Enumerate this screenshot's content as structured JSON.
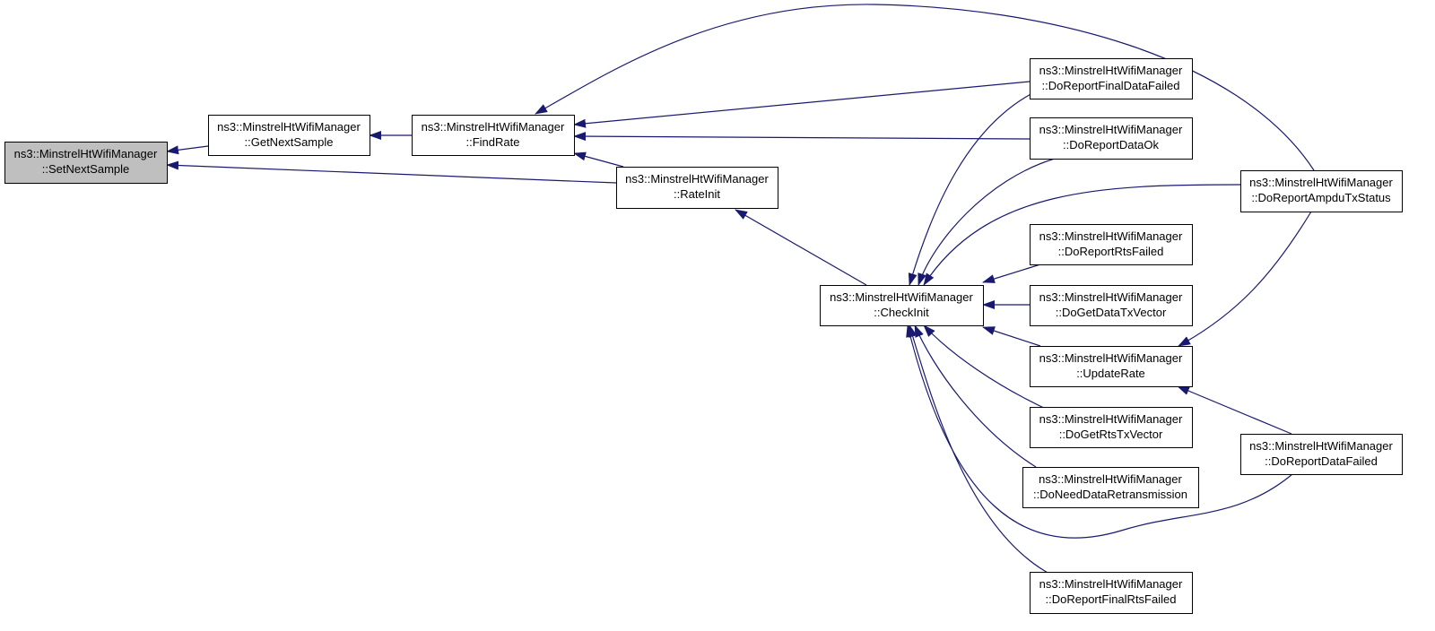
{
  "colors": {
    "edge": "#191970",
    "node_border": "#000000",
    "node_fill": "#ffffff",
    "focus_fill": "#bfbfbf",
    "text": "#000000"
  },
  "nodes": [
    {
      "id": "SetNextSample",
      "line1": "ns3::MinstrelHtWifiManager",
      "line2": "::SetNextSample",
      "focus": true
    },
    {
      "id": "GetNextSample",
      "line1": "ns3::MinstrelHtWifiManager",
      "line2": "::GetNextSample"
    },
    {
      "id": "FindRate",
      "line1": "ns3::MinstrelHtWifiManager",
      "line2": "::FindRate"
    },
    {
      "id": "RateInit",
      "line1": "ns3::MinstrelHtWifiManager",
      "line2": "::RateInit"
    },
    {
      "id": "CheckInit",
      "line1": "ns3::MinstrelHtWifiManager",
      "line2": "::CheckInit"
    },
    {
      "id": "DoReportFinalDataFailed",
      "line1": "ns3::MinstrelHtWifiManager",
      "line2": "::DoReportFinalDataFailed"
    },
    {
      "id": "DoReportDataOk",
      "line1": "ns3::MinstrelHtWifiManager",
      "line2": "::DoReportDataOk"
    },
    {
      "id": "DoReportRtsFailed",
      "line1": "ns3::MinstrelHtWifiManager",
      "line2": "::DoReportRtsFailed"
    },
    {
      "id": "DoGetDataTxVector",
      "line1": "ns3::MinstrelHtWifiManager",
      "line2": "::DoGetDataTxVector"
    },
    {
      "id": "UpdateRate",
      "line1": "ns3::MinstrelHtWifiManager",
      "line2": "::UpdateRate"
    },
    {
      "id": "DoGetRtsTxVector",
      "line1": "ns3::MinstrelHtWifiManager",
      "line2": "::DoGetRtsTxVector"
    },
    {
      "id": "DoNeedDataRetransmission",
      "line1": "ns3::MinstrelHtWifiManager",
      "line2": "::DoNeedDataRetransmission"
    },
    {
      "id": "DoReportFinalRtsFailed",
      "line1": "ns3::MinstrelHtWifiManager",
      "line2": "::DoReportFinalRtsFailed"
    },
    {
      "id": "DoReportAmpduTxStatus",
      "line1": "ns3::MinstrelHtWifiManager",
      "line2": "::DoReportAmpduTxStatus"
    },
    {
      "id": "DoReportDataFailed",
      "line1": "ns3::MinstrelHtWifiManager",
      "line2": "::DoReportDataFailed"
    }
  ],
  "edges": [
    {
      "from": "GetNextSample",
      "to": "SetNextSample"
    },
    {
      "from": "RateInit",
      "to": "SetNextSample"
    },
    {
      "from": "FindRate",
      "to": "GetNextSample"
    },
    {
      "from": "RateInit",
      "to": "FindRate"
    },
    {
      "from": "DoReportFinalDataFailed",
      "to": "FindRate"
    },
    {
      "from": "DoReportDataOk",
      "to": "FindRate"
    },
    {
      "from": "DoReportAmpduTxStatus",
      "to": "FindRate"
    },
    {
      "from": "CheckInit",
      "to": "RateInit"
    },
    {
      "from": "DoReportFinalDataFailed",
      "to": "CheckInit"
    },
    {
      "from": "DoReportDataOk",
      "to": "CheckInit"
    },
    {
      "from": "DoReportAmpduTxStatus",
      "to": "CheckInit"
    },
    {
      "from": "DoReportRtsFailed",
      "to": "CheckInit"
    },
    {
      "from": "DoGetDataTxVector",
      "to": "CheckInit"
    },
    {
      "from": "UpdateRate",
      "to": "CheckInit"
    },
    {
      "from": "DoGetRtsTxVector",
      "to": "CheckInit"
    },
    {
      "from": "DoNeedDataRetransmission",
      "to": "CheckInit"
    },
    {
      "from": "DoReportFinalRtsFailed",
      "to": "CheckInit"
    },
    {
      "from": "DoReportDataFailed",
      "to": "CheckInit"
    },
    {
      "from": "DoReportAmpduTxStatus",
      "to": "UpdateRate"
    },
    {
      "from": "DoReportDataFailed",
      "to": "UpdateRate"
    }
  ]
}
